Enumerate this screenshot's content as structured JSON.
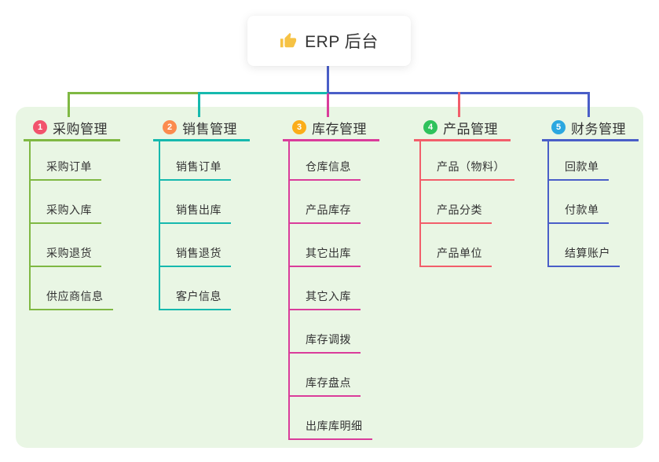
{
  "root": {
    "title": "ERP 后台",
    "icon": "thumbs-up-icon"
  },
  "branches": [
    {
      "num": "1",
      "title": "采购管理",
      "color": "#7FB843",
      "badge_color": "#F2536D",
      "items": [
        "采购订单",
        "采购入库",
        "采购退货",
        "供应商信息"
      ]
    },
    {
      "num": "2",
      "title": "销售管理",
      "color": "#16B9AE",
      "badge_color": "#FB8B4E",
      "items": [
        "销售订单",
        "销售出库",
        "销售退货",
        "客户信息"
      ]
    },
    {
      "num": "3",
      "title": "库存管理",
      "color": "#DA3C9B",
      "badge_color": "#FBAD19",
      "items": [
        "仓库信息",
        "产品库存",
        "其它出库",
        "其它入库",
        "库存调拨",
        "库存盘点",
        "出库库明细"
      ]
    },
    {
      "num": "4",
      "title": "产品管理",
      "color": "#F25E6B",
      "badge_color": "#2FC25C",
      "items": [
        "产品（物料）",
        "产品分类",
        "产品单位"
      ]
    },
    {
      "num": "5",
      "title": "财务管理",
      "color": "#4A5EC8",
      "badge_color": "#2BA7E0",
      "items": [
        "回款单",
        "付款单",
        "结算账户"
      ]
    }
  ],
  "colors": {
    "panel_background": "#E9F6E4",
    "root_stem": "#4A5EC8",
    "text": "#333333",
    "icon_gold": "#F6C244"
  }
}
